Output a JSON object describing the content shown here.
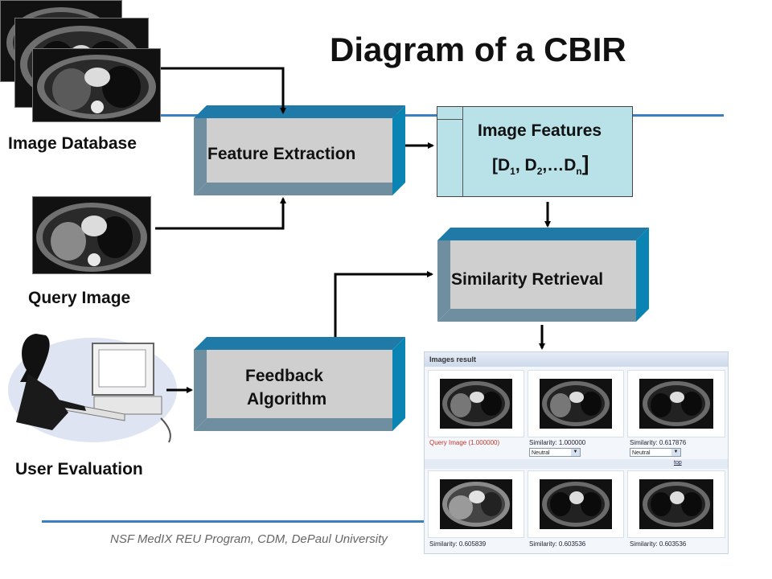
{
  "title": "Diagram of a CBIR",
  "labels": {
    "image_database": "Image Database",
    "query_image": "Query Image",
    "user_evaluation": "User Evaluation"
  },
  "boxes": {
    "feature_extraction": "Feature Extraction",
    "image_features": "Image Features",
    "features_formula": {
      "open": "[",
      "d1": "D",
      "s1": "1",
      "mid": ", D",
      "s2": "2",
      "dots": ",…D",
      "sn": "n",
      "close": "]"
    },
    "similarity_retrieval": "Similarity Retrieval",
    "feedback_line1": "Feedback",
    "feedback_line2": "Algorithm"
  },
  "results_panel": {
    "header": "Images result",
    "query_label": "Query Image (1.000000)",
    "row1_similarities": [
      "Similarity: 1.000000",
      "Similarity: 0.617876"
    ],
    "dropdown_value": "Neutral",
    "top_link": "top",
    "row2_similarities": [
      "Similarity: 0.605839",
      "Similarity: 0.603536",
      "Similarity: 0.603536"
    ]
  },
  "footer": "NSF MedIX REU Program, CDM, DePaul University",
  "colors": {
    "accent_rule": "#3a7fbf",
    "box_face": "#cfcfcf",
    "box_side": "#0a85b3",
    "box_top": "#1f7aa8",
    "box_left": "#6f8fa0",
    "features_fill": "#b9e2e8"
  },
  "icons": [
    "ct-scan-image",
    "user-at-computer-icon",
    "arrow-icon"
  ]
}
